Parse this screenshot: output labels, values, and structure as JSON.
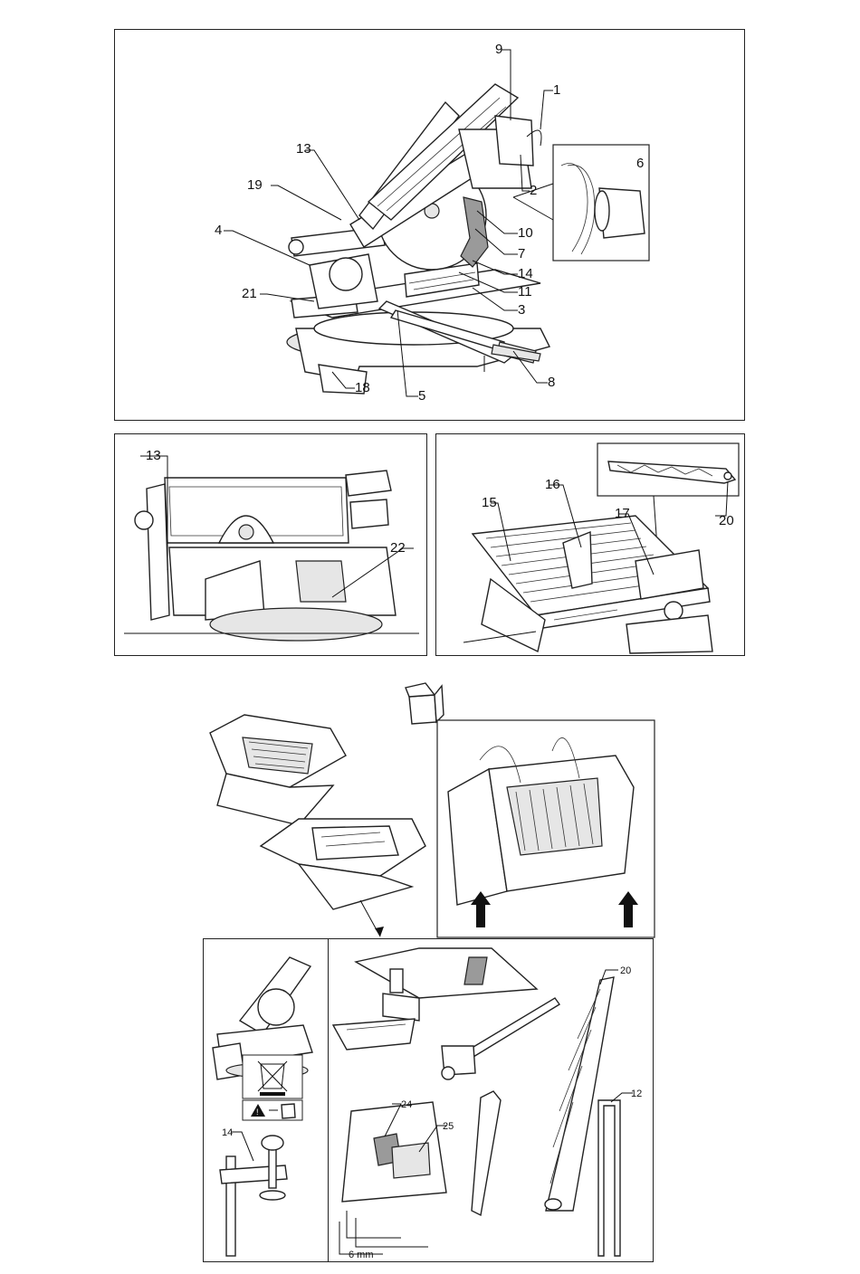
{
  "figure_main": {
    "callouts": [
      "9",
      "1",
      "13",
      "2",
      "6",
      "19",
      "10",
      "4",
      "7",
      "14",
      "11",
      "21",
      "3",
      "8",
      "18",
      "5"
    ]
  },
  "figure_detail_left": {
    "callouts": [
      "13",
      "22"
    ]
  },
  "figure_detail_right": {
    "callouts": [
      "16",
      "15",
      "17",
      "20"
    ]
  },
  "figure_accessories": {
    "callouts": [
      "20",
      "12",
      "24",
      "25",
      "14"
    ],
    "hex_key_size": "6 mm"
  },
  "icons": [
    "weee-crossed-bin-icon",
    "warning-triangle-icon",
    "arrow-up-icon",
    "open-box-icon"
  ]
}
